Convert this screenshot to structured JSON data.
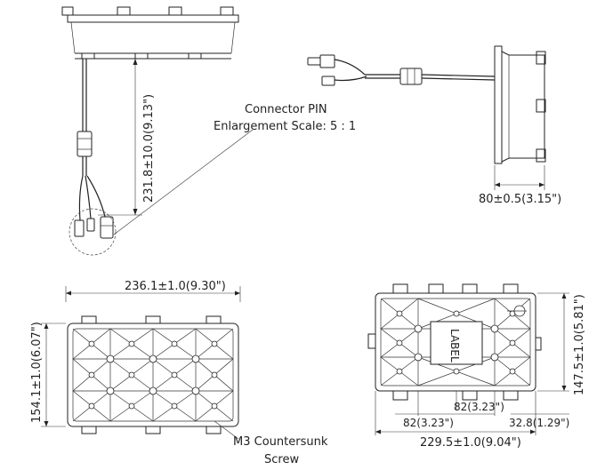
{
  "labels": {
    "connector_pin_line1": "Connector PIN",
    "connector_pin_line2": "Enlargement Scale: 5 : 1",
    "cable_length": "231.8±10.0(9.13\")",
    "side_depth": "80±0.5(3.15\")",
    "front_width": "236.1±1.0(9.30\")",
    "front_height": "154.1±1.0(6.07\")",
    "screw_line1": "M3 Countersunk",
    "screw_line2": "Screw",
    "back_hole_spacing_a": "82(3.23\")",
    "back_hole_spacing_b": "82(3.23\")",
    "back_edge_offset": "32.8(1.29\")",
    "back_width": "229.5±1.0(9.04\")",
    "back_height": "147.5±1.0(5.81\")",
    "label_text": "LABEL"
  }
}
